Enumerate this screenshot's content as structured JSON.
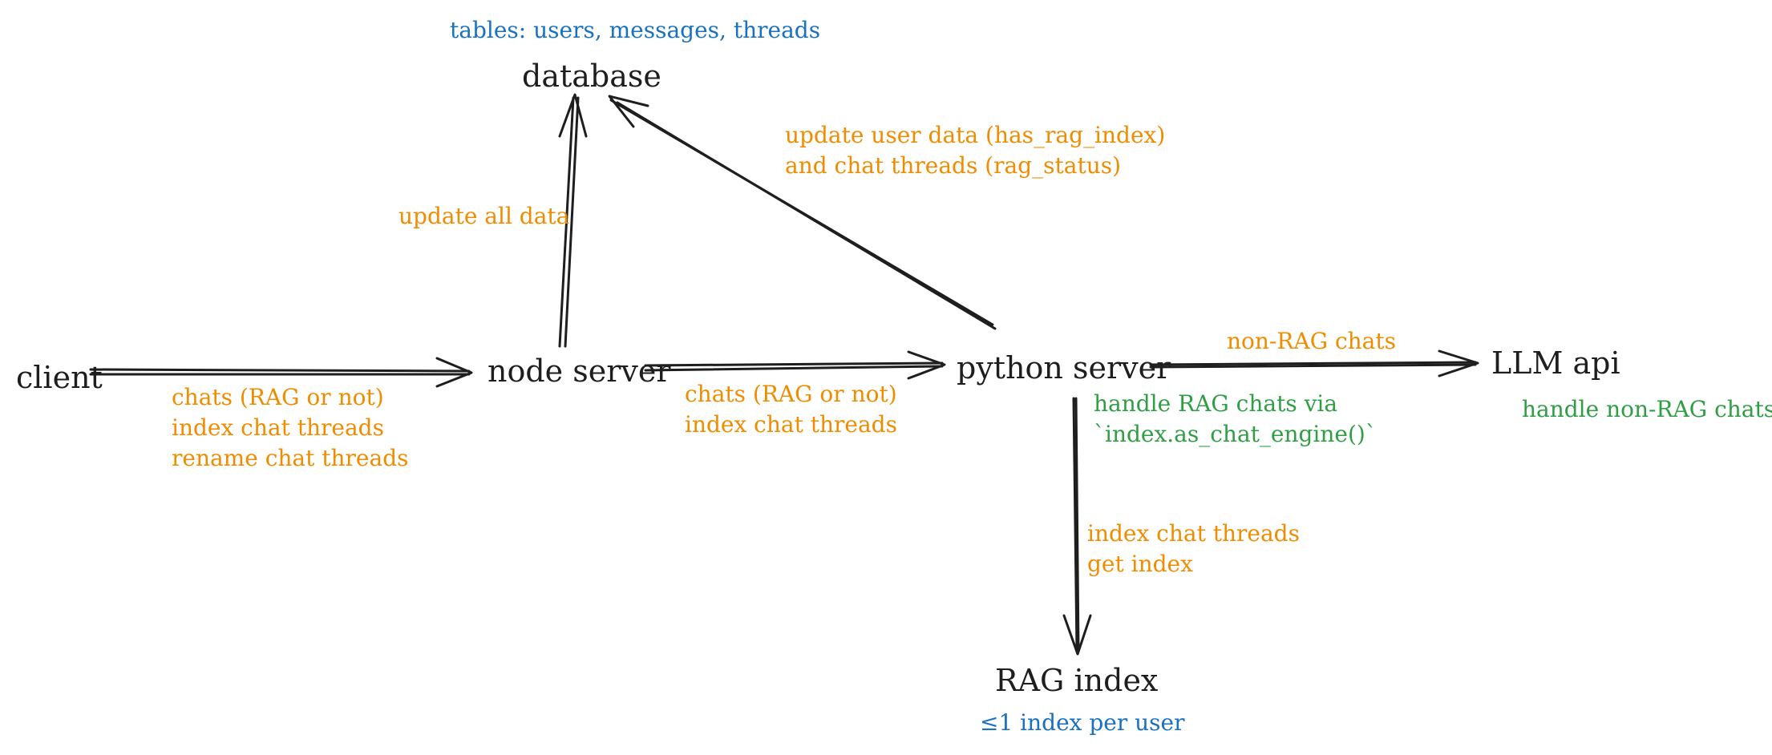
{
  "colors": {
    "ink": "#1e1e1e",
    "orange": "#f08c00",
    "green": "#2f9e44",
    "blue": "#1971c2"
  },
  "nodes": {
    "client": "client",
    "node_server": "node server",
    "python_server": "python server",
    "llm_api": "LLM api",
    "database": "database",
    "rag_index": "RAG index"
  },
  "notes": {
    "database_tables": "tables: users, messages, threads",
    "rag_index_note": "≤1 index per user",
    "llm_api_note": "handle non-RAG chats",
    "python_rag_handling": [
      "handle RAG chats via",
      "`index.as_chat_engine()`"
    ]
  },
  "edges": {
    "client_to_node": [
      "chats (RAG or not)",
      "index chat threads",
      "rename chat threads"
    ],
    "node_to_python": [
      "chats (RAG or not)",
      "index chat threads"
    ],
    "node_to_database": "update all data",
    "python_to_database": [
      "update user data (has_rag_index)",
      "and chat threads (rag_status)"
    ],
    "python_to_llm": "non-RAG chats",
    "python_to_rag_index": [
      "index chat threads",
      "get index"
    ]
  }
}
